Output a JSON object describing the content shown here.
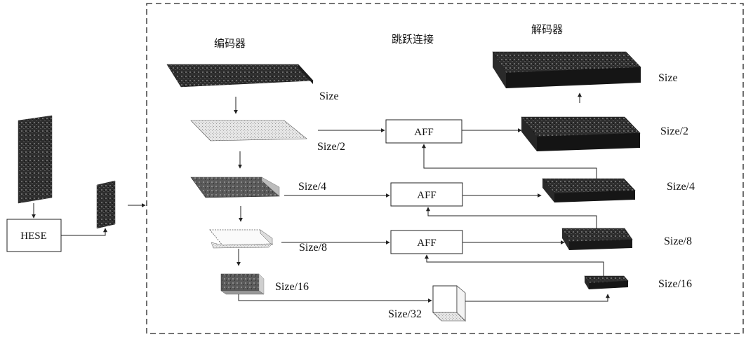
{
  "headers": {
    "encoder": "编码器",
    "skip": "跳跃连接",
    "decoder": "解码器"
  },
  "module": {
    "hese": "HESE",
    "aff": "AFF"
  },
  "encoder_sizes": [
    "Size",
    "Size/2",
    "Size/4",
    "Size/8",
    "Size/16"
  ],
  "bottleneck_size": "Size/32",
  "decoder_sizes": [
    "Size",
    "Size/2",
    "Size/4",
    "Size/8",
    "Size/16"
  ]
}
